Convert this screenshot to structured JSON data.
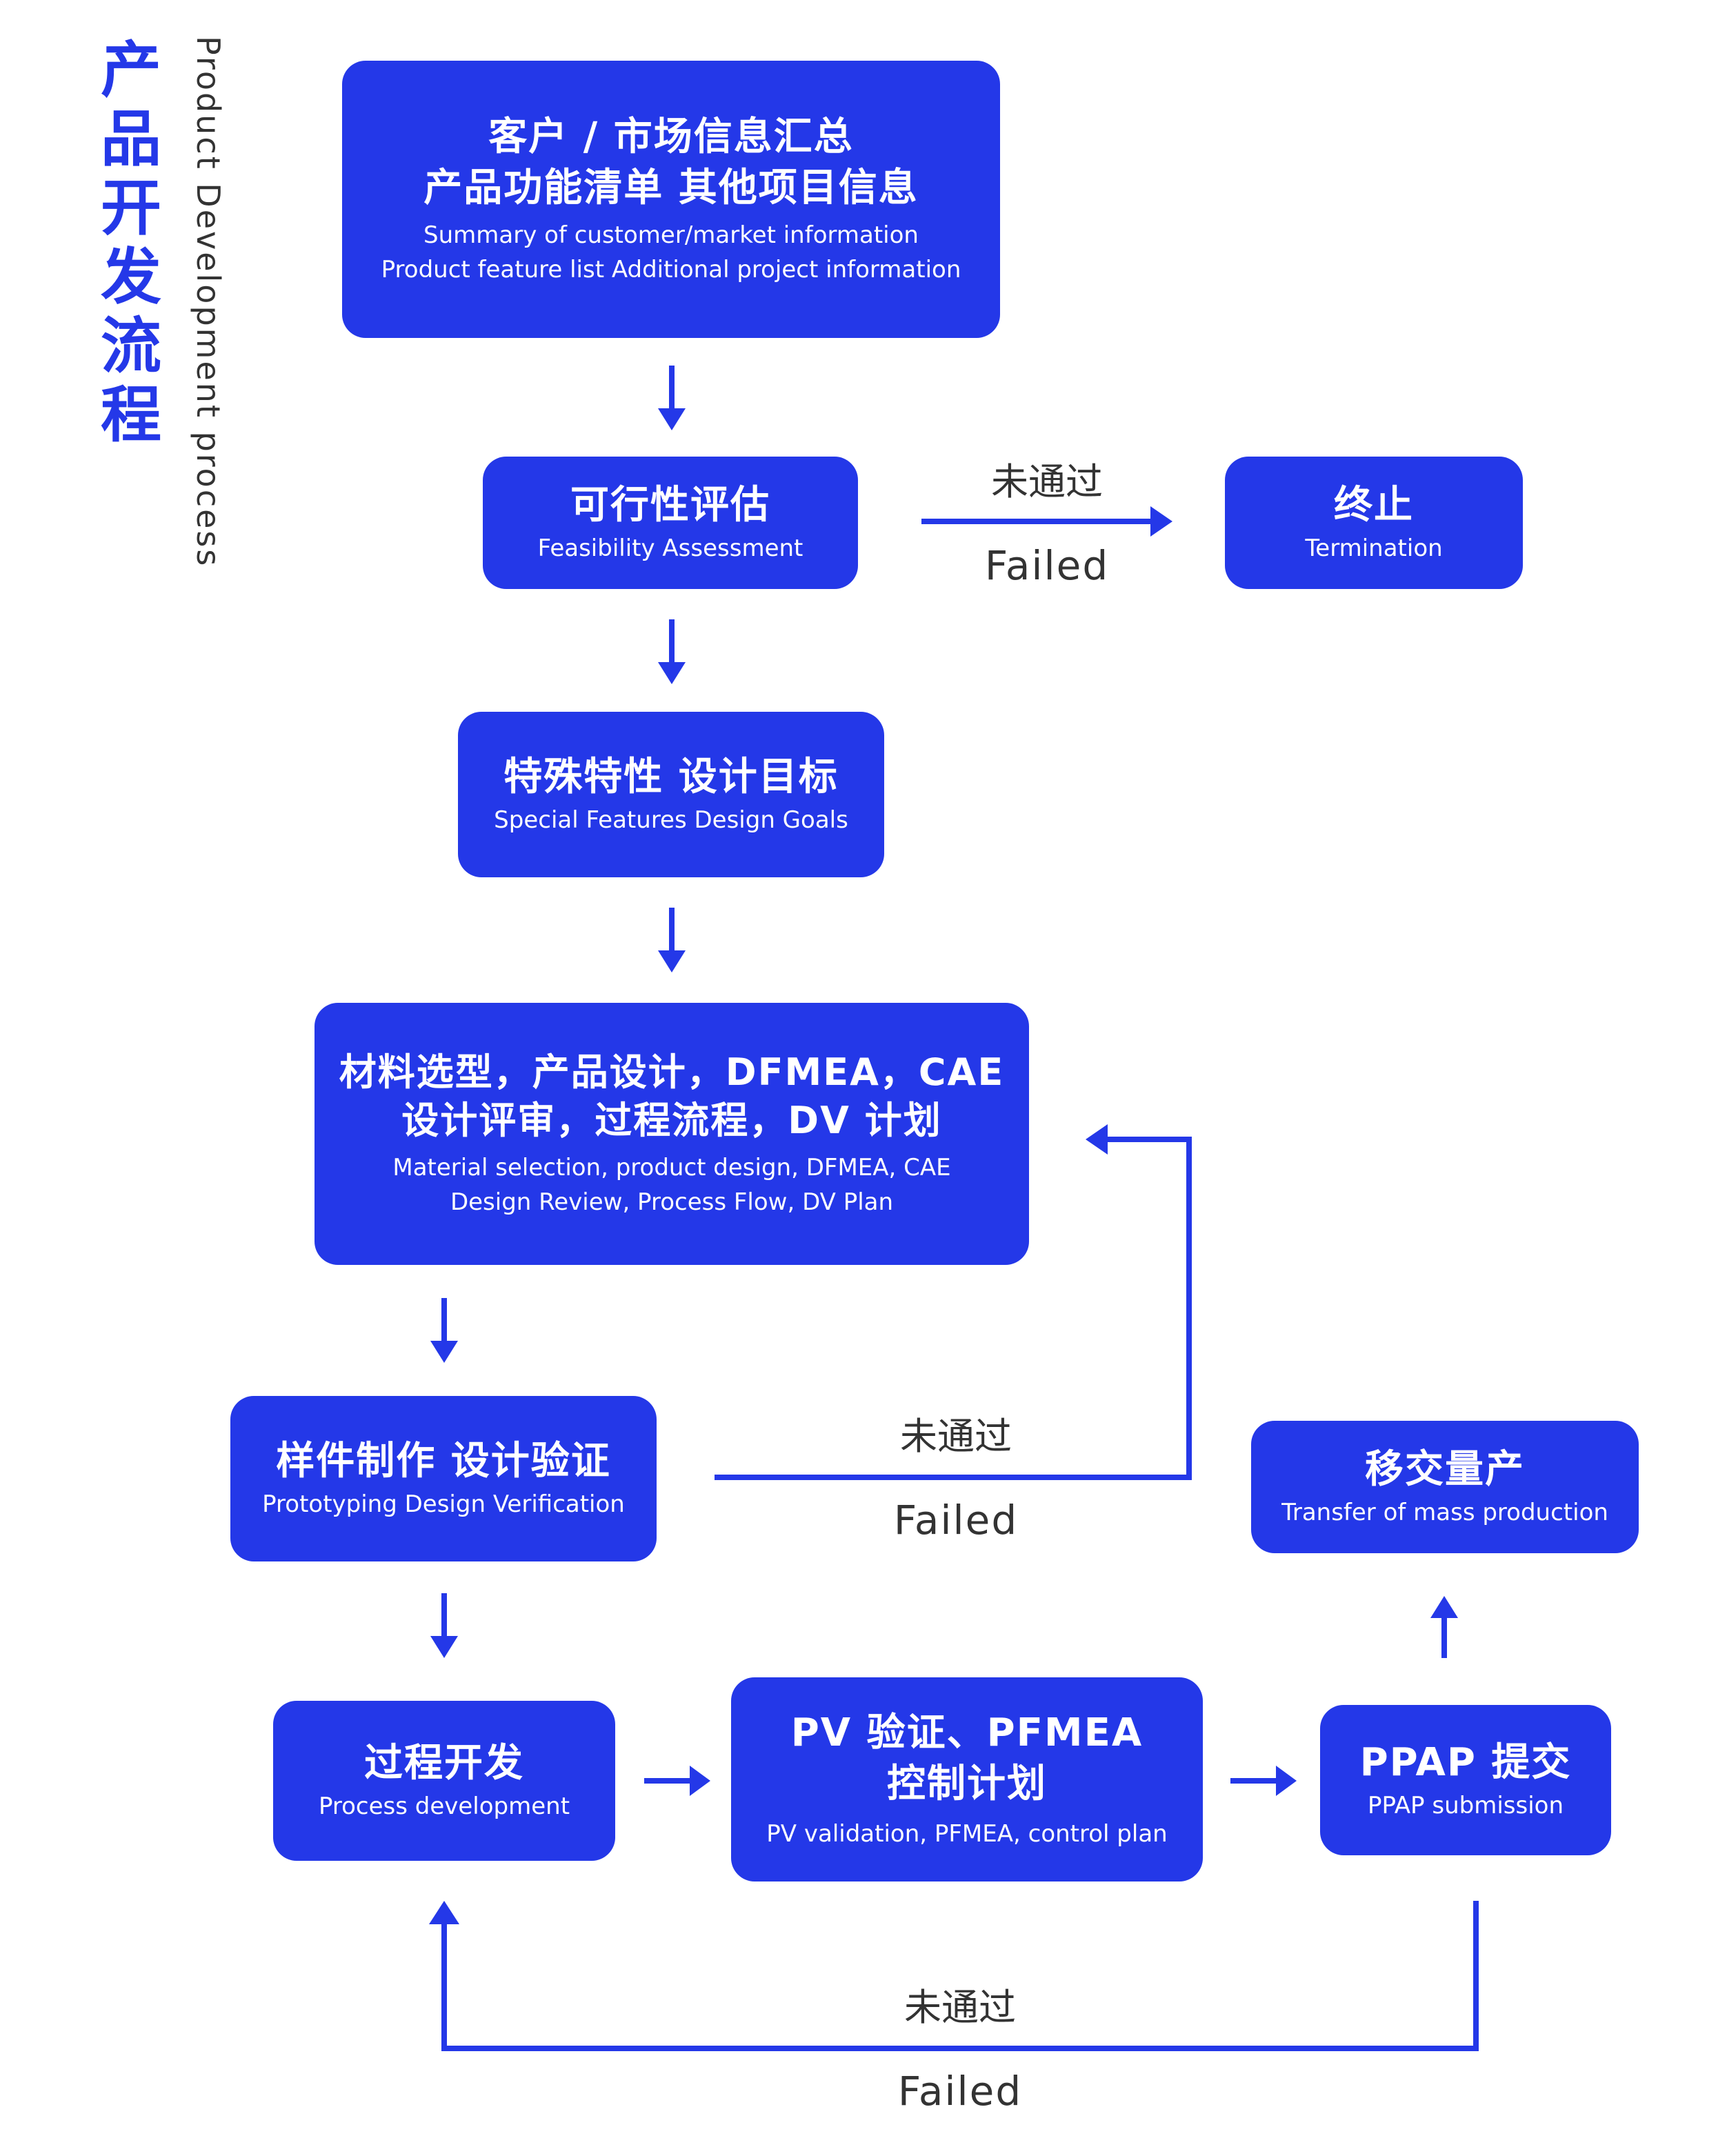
{
  "title": {
    "cn_chars": [
      "产",
      "品",
      "开",
      "发",
      "流",
      "程"
    ],
    "en": "Product Development process"
  },
  "nodes": {
    "summary": {
      "cn1": "客户 / 市场信息汇总",
      "cn2": "产品功能清单 其他项目信息",
      "en1": "Summary of customer/market information",
      "en2": "Product feature list Additional project information"
    },
    "feasibility": {
      "cn": "可行性评估",
      "en": "Feasibility Assessment"
    },
    "termination": {
      "cn": "终止",
      "en": "Termination"
    },
    "special": {
      "cn": "特殊特性 设计目标",
      "en": "Special Features Design Goals"
    },
    "material": {
      "cn1": "材料选型，产品设计，DFMEA，CAE",
      "cn2": "设计评审，过程流程，DV 计划",
      "en1": "Material selection, product design, DFMEA, CAE",
      "en2": "Design Review, Process Flow, DV Plan"
    },
    "prototype": {
      "cn": "样件制作 设计验证",
      "en": "Prototyping Design Verification"
    },
    "transfer": {
      "cn": "移交量产",
      "en": "Transfer of mass production"
    },
    "process": {
      "cn": "过程开发",
      "en": "Process development"
    },
    "pv": {
      "cn1": "PV 验证、PFMEA",
      "cn2": "控制计划",
      "en": "PV validation, PFMEA, control plan"
    },
    "ppap": {
      "cn": "PPAP 提交",
      "en": "PPAP submission"
    }
  },
  "edge_labels": {
    "feasibility_failed": {
      "cn": "未通过",
      "en": "Failed"
    },
    "prototype_failed": {
      "cn": "未通过",
      "en": "Failed"
    },
    "ppap_failed": {
      "cn": "未通过",
      "en": "Failed"
    }
  },
  "colors": {
    "box": "#2438e8",
    "arrow": "#2438e8",
    "label_text": "#333333",
    "box_text": "#ffffff"
  }
}
